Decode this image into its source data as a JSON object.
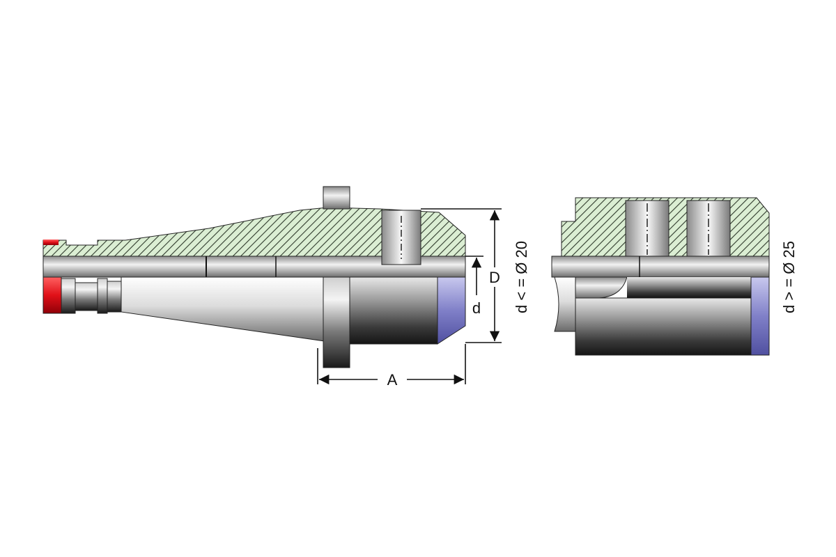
{
  "labels": {
    "dim_a": "A",
    "dim_d_outer": "D",
    "dim_d_inner": "d",
    "note_left": "d < = Ø 20",
    "note_right": "d > = Ø 25"
  },
  "colors": {
    "hatch_background": "#dbeed3",
    "hatch_line": "#2f3a2c",
    "steel_light": "#f0f0f0",
    "steel_dark": "#1a1a1a",
    "face_blue": "#8080c8",
    "ring_red": "#e01018",
    "dimension_line": "#111111"
  }
}
